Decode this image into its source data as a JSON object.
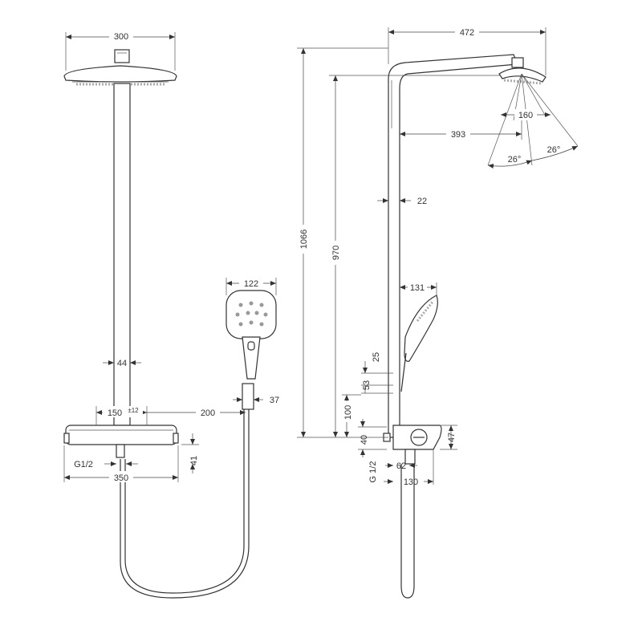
{
  "front_view": {
    "head_diameter": "300",
    "pipe_width": "44",
    "thermostat_spacing": "150",
    "thermostat_spacing_tol": "±12",
    "hose_offset": "200",
    "holder_width": "37",
    "thread": "G1/2",
    "thermostat_width": "350",
    "thermostat_depth": "41",
    "hand_shower_width": "122"
  },
  "side_view": {
    "arm_projection": "472",
    "head_diameter": "160",
    "arm_reach": "393",
    "spray_angle_left": "26°",
    "spray_angle_right": "26°",
    "rail_width": "22",
    "total_height": "1066",
    "head_height": "970",
    "hand_shower_reach": "131",
    "dim_25": "25",
    "dim_53": "53",
    "dim_100": "100",
    "dim_40": "40",
    "dim_47": "47",
    "thread": "G 1/2",
    "dim_62": "62",
    "dim_130": "130"
  }
}
